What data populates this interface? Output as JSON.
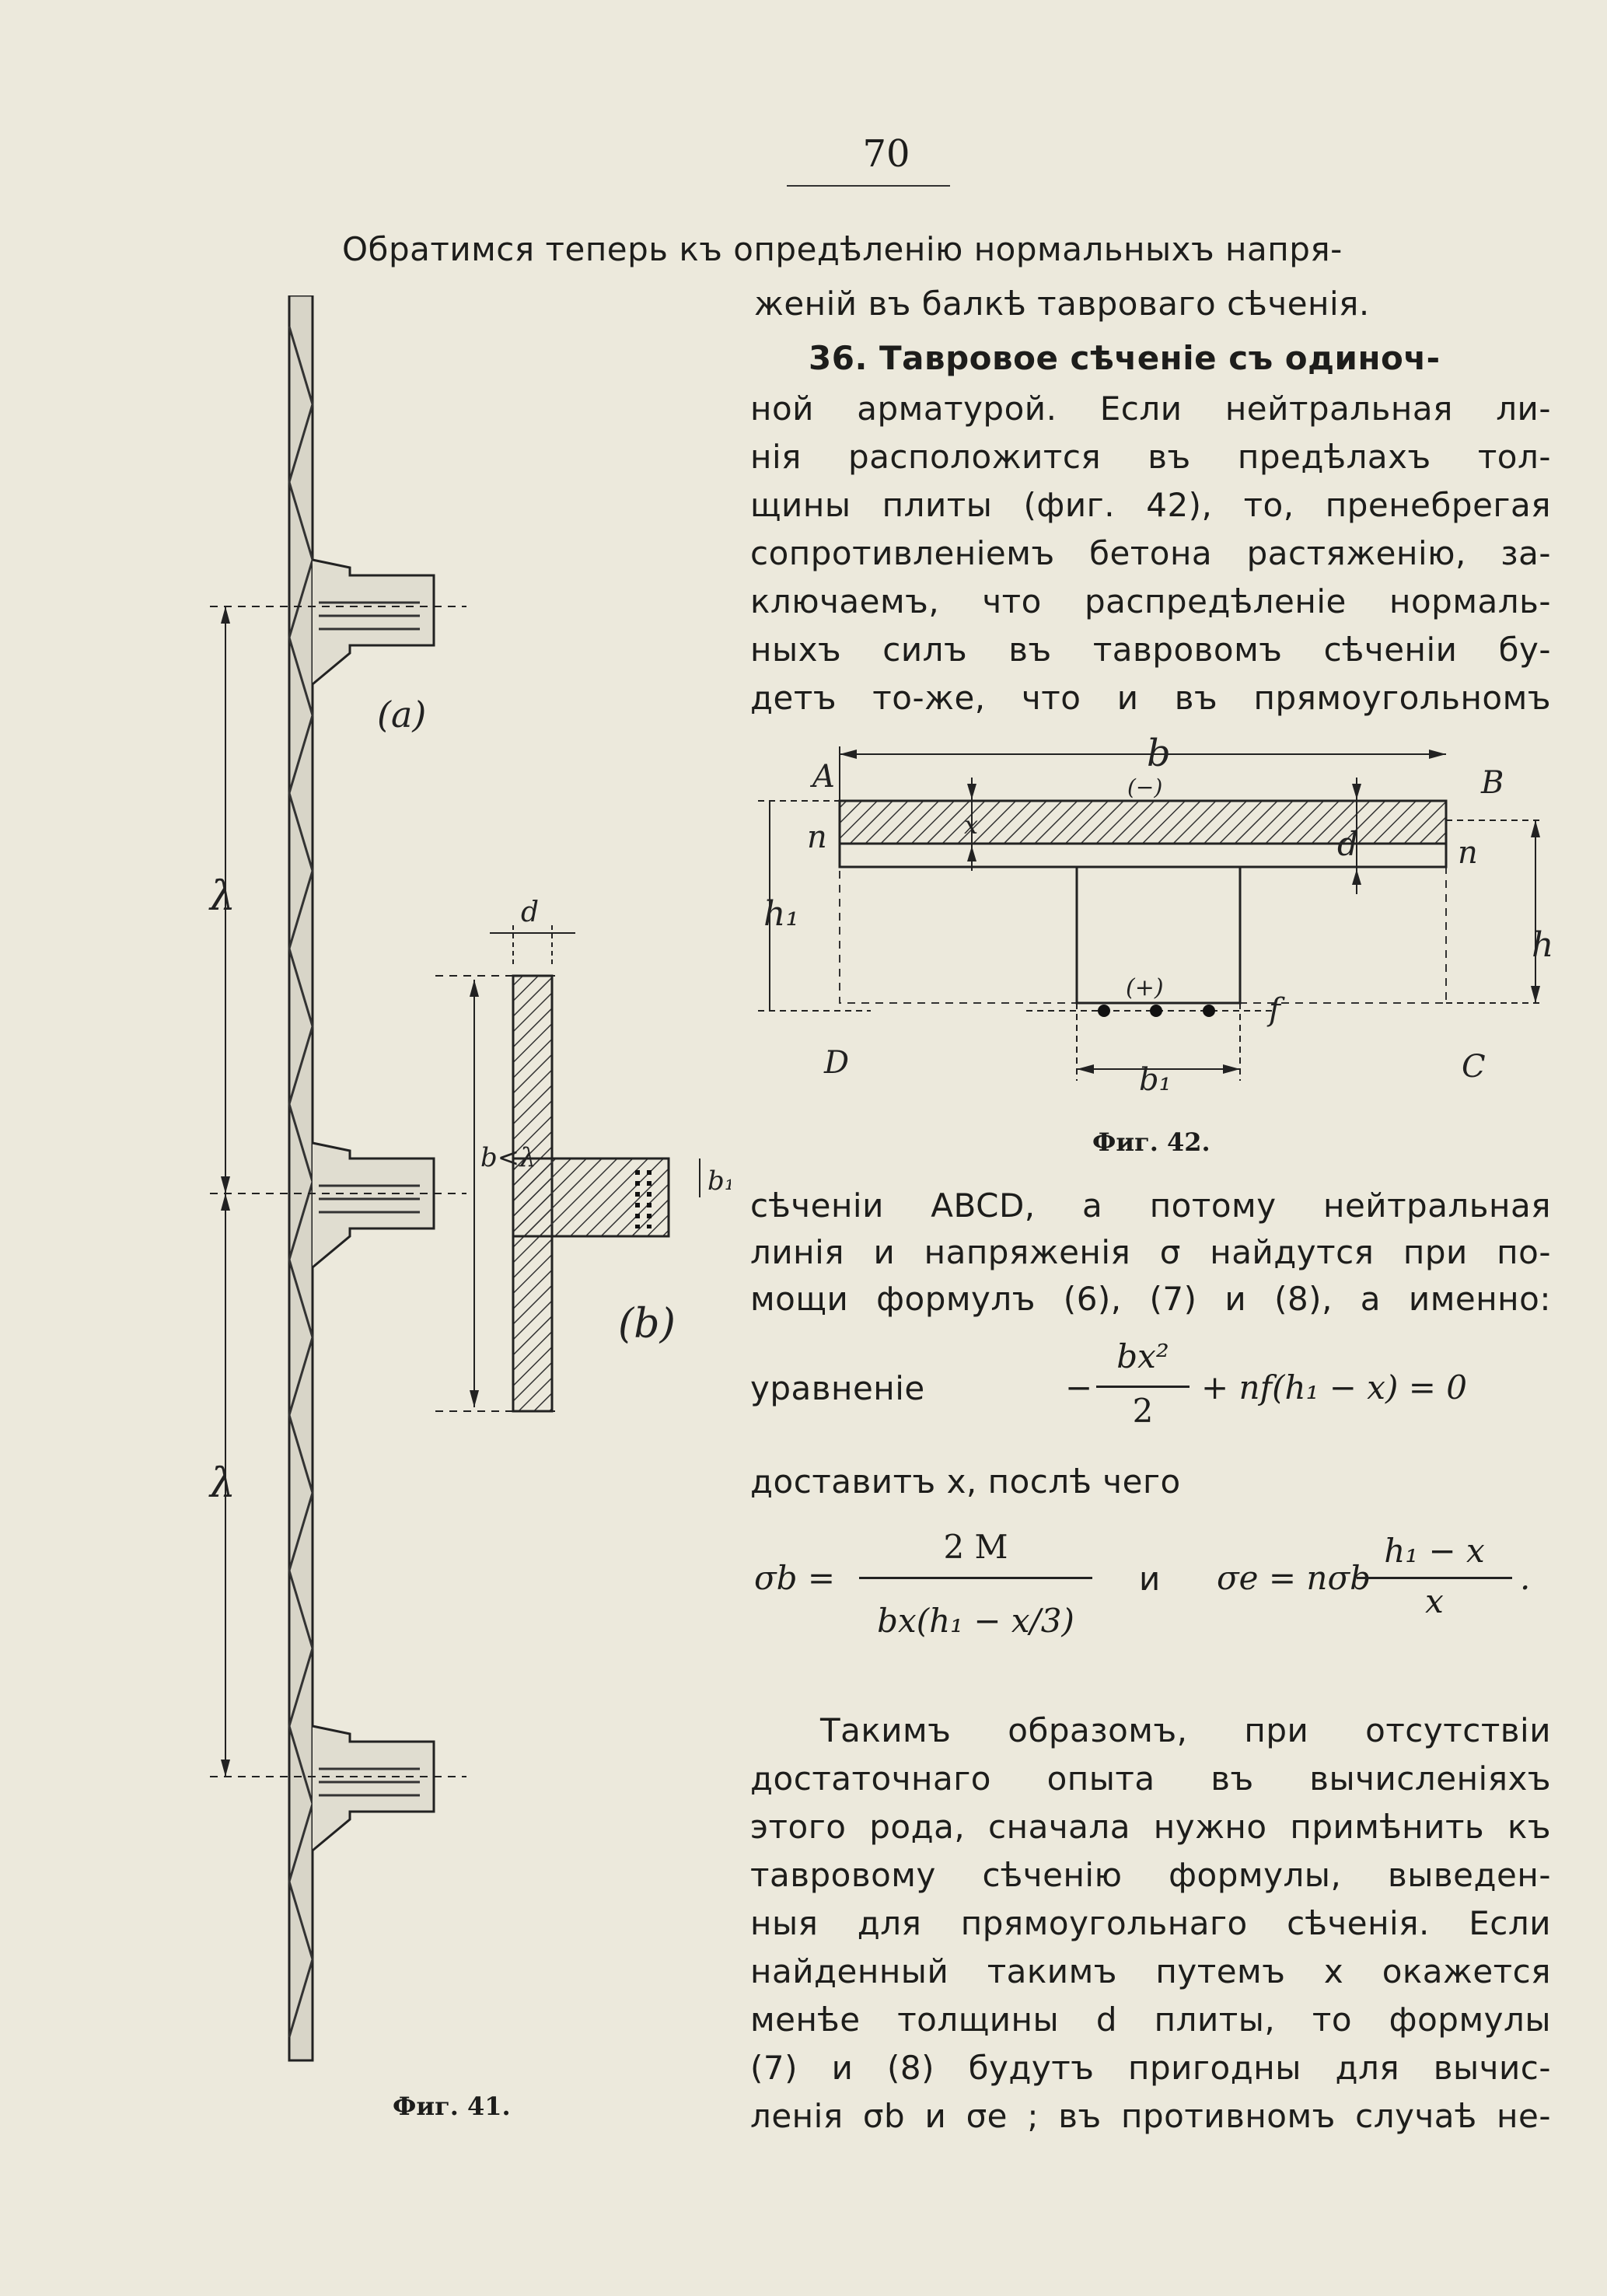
{
  "page_number": "70",
  "paragraph_1": [
    "Обратимся теперь къ опредѣленію нормальныхъ напря-",
    "женій въ балкѣ тавроваго сѣченія."
  ],
  "section": {
    "heading": "36. Тавровое сѣченіе съ одиноч-",
    "lines": [
      "ной арматурой. Если нейтральная ли-",
      "нія расположится въ предѣлахъ тол-",
      "щины плиты (фиг. 42), то, пренебрегая",
      "сопротивленіемъ бетона растяженію, за-",
      "ключаемъ, что распредѣленіе нормаль-",
      "ныхъ силъ въ тавровомъ сѣченіи бу-",
      "детъ то-же, что и въ прямоугольномъ"
    ]
  },
  "fig42": {
    "caption": "Фиг. 42.",
    "labels": {
      "A": "A",
      "B": "B",
      "C": "C",
      "D": "D",
      "b": "b",
      "b1": "b₁",
      "d": "d",
      "h": "h",
      "h1": "h₁",
      "n_left": "n",
      "n_right": "n",
      "x": "x",
      "f": "f",
      "minus": "(−)",
      "plus": "(+)"
    }
  },
  "paragraph_2": [
    "сѣченіи ABCD, а потому нейтральная",
    "линія и напряженія σ найдутся при по-",
    "мощи формулъ (6), (7) и (8), а именно:"
  ],
  "equation_1": {
    "word": "уравненіе",
    "numerator": "bx²",
    "denominator": "2",
    "rest": "+ nf(h₁ − x) = 0",
    "minus": "−"
  },
  "line_dostavit": "доставитъ x, послѣ чего",
  "equation_2": {
    "lhs": "σb =",
    "numerator": "2 M",
    "denominator": "bx(h₁ − x/3)",
    "conj": "и",
    "rhs_lhs": "σe = nσb",
    "rhs_num": "h₁ − x",
    "rhs_den": "x",
    "dot": "."
  },
  "paragraph_3": [
    "Такимъ образомъ, при отсутствіи",
    "достаточнаго опыта въ вычисленіяхъ",
    "этого рода, сначала нужно примѣнить къ",
    "тавровому сѣченію формулы, выведен-",
    "ныя для прямоугольнаго сѣченія. Если",
    "найденный такимъ путемъ x окажется",
    "менѣе толщины d плиты, то формулы",
    "(7) и (8) будутъ пригодны для вычис-",
    "ленія σb и σe ; въ противномъ случаѣ не-"
  ],
  "fig41": {
    "caption": "Фиг. 41.",
    "labels": {
      "a": "(a)",
      "b_view": "(b)",
      "lambda_top": "λ",
      "lambda_bottom": "λ",
      "d": "d",
      "b_lt_lambda": "b<λ",
      "b1": "b₁"
    }
  }
}
